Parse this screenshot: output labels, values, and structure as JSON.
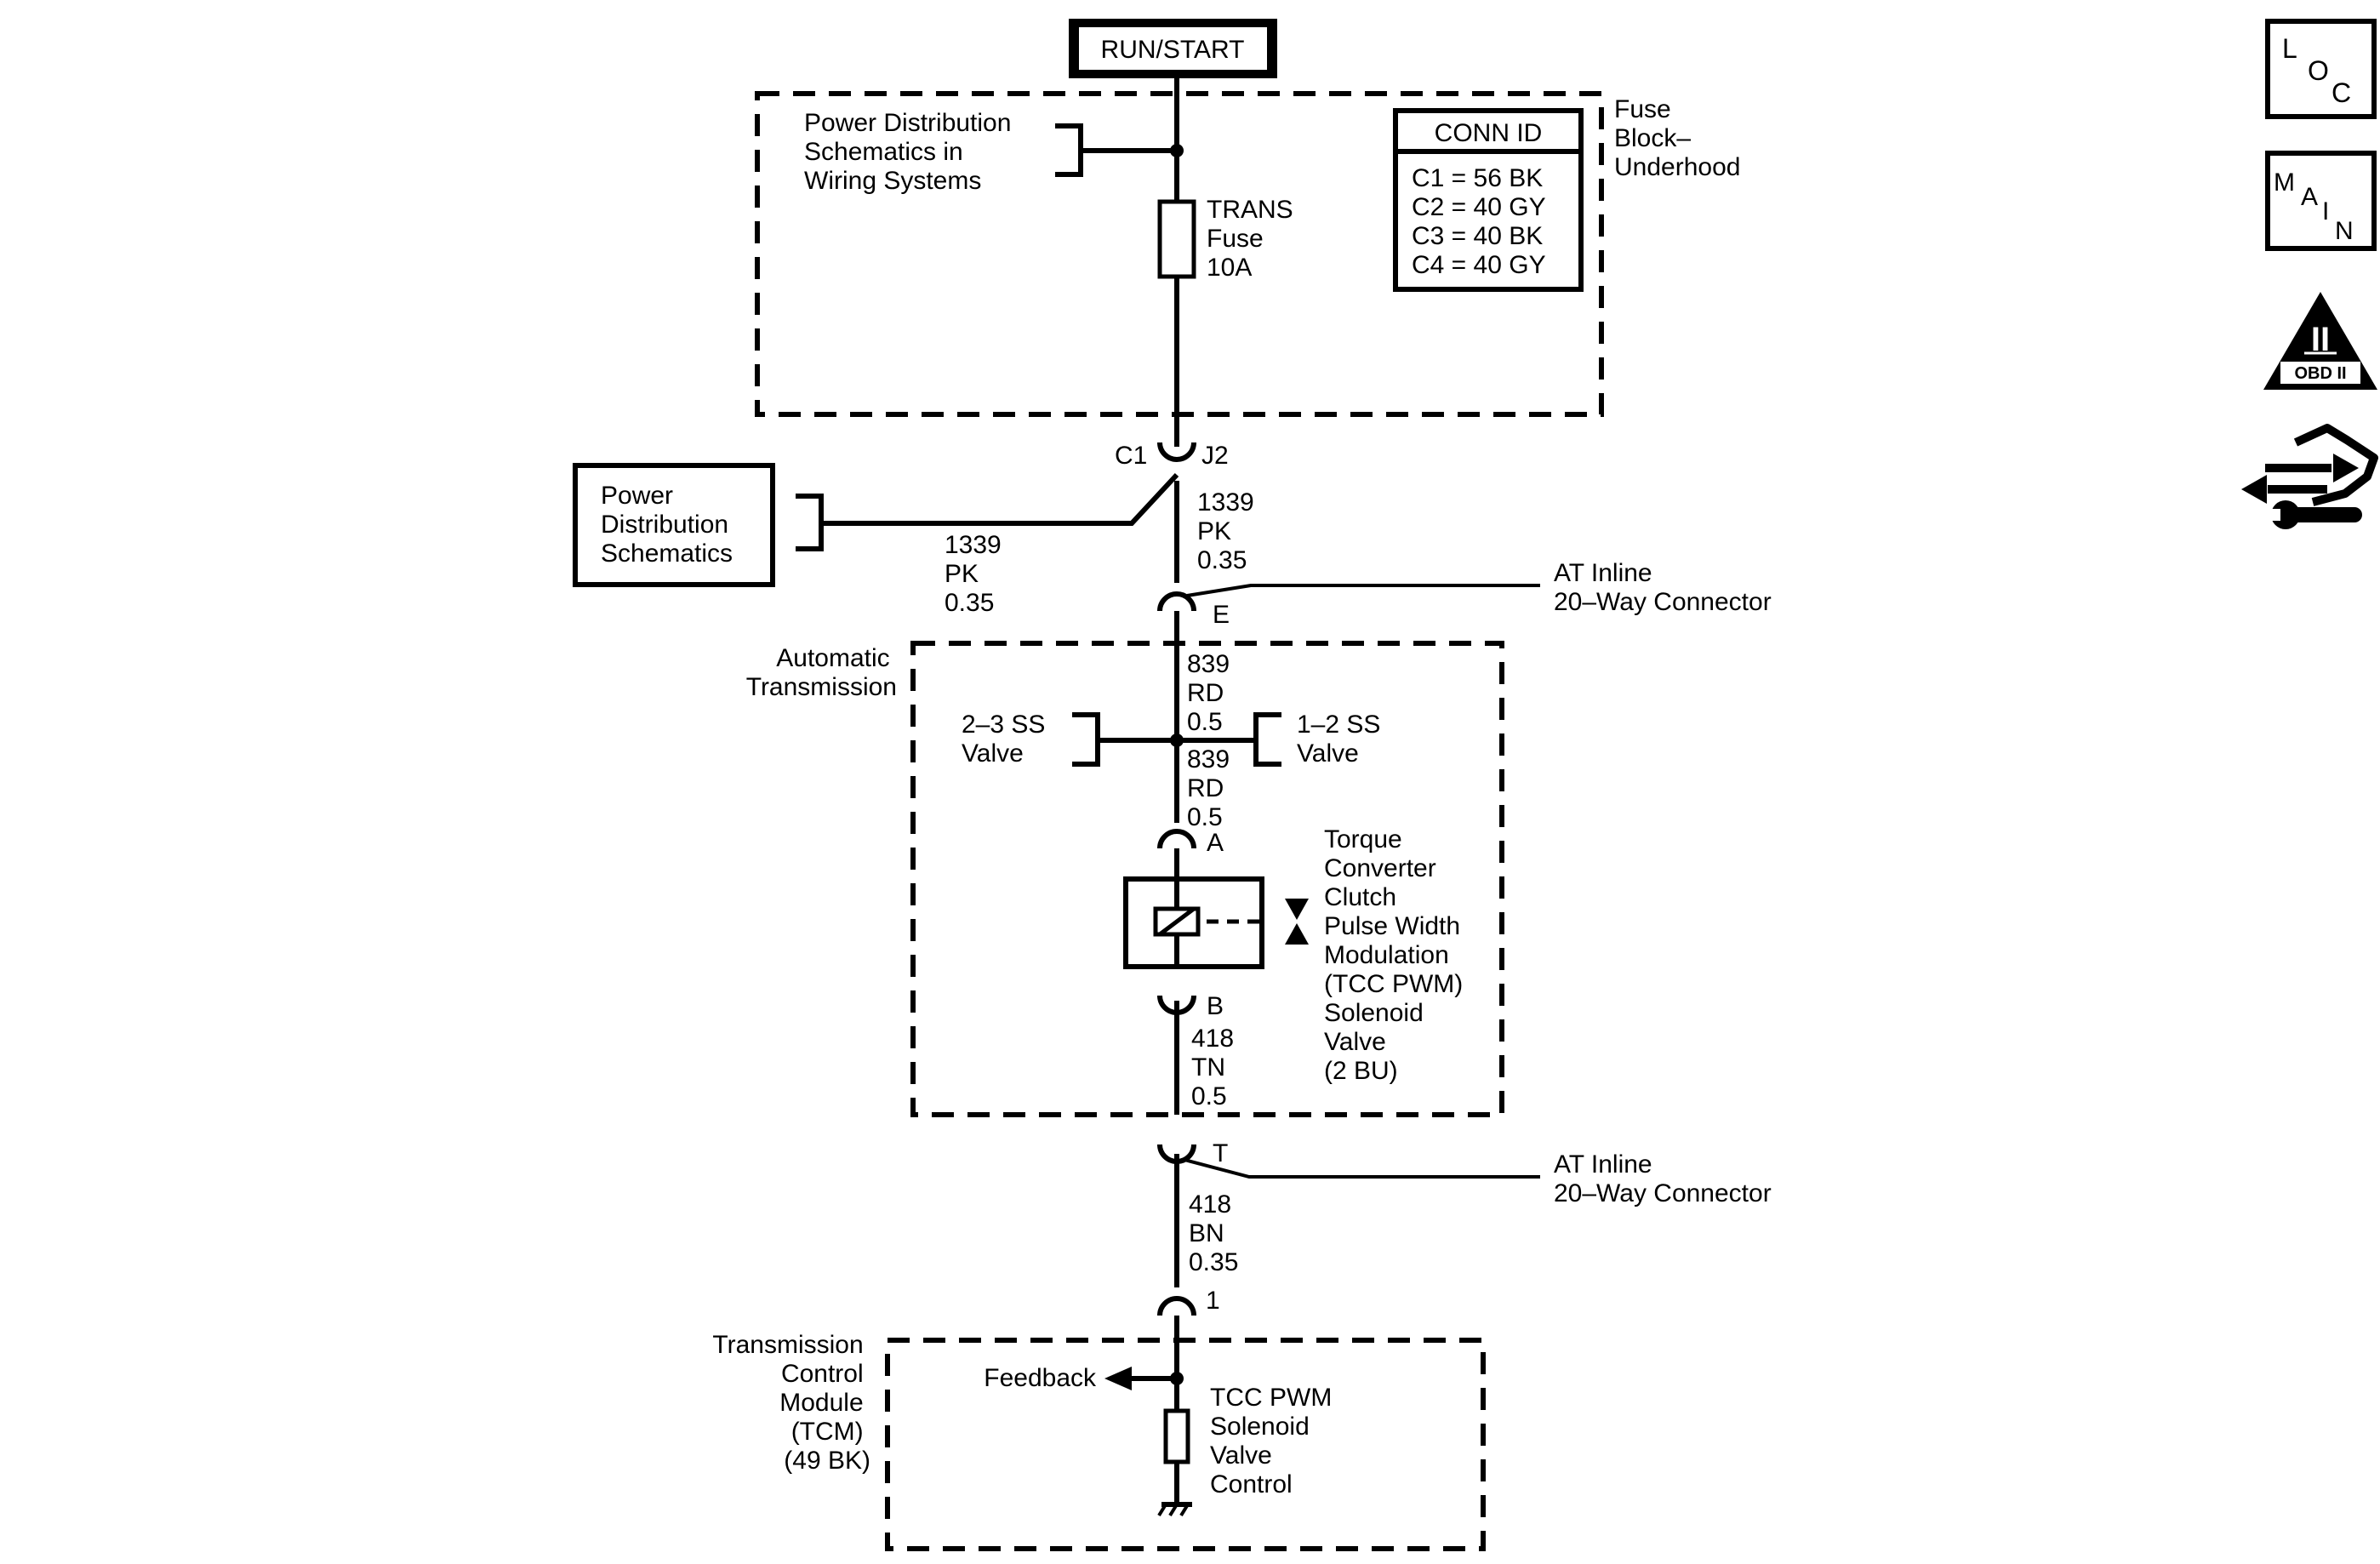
{
  "top_supply": "RUN/START",
  "fuse_block": {
    "name_lines": [
      "Fuse",
      "Block–",
      "Underhood"
    ],
    "pd_ref_lines": [
      "Power Distribution",
      "Schematics in",
      "Wiring Systems"
    ],
    "fuse_lines": [
      "TRANS",
      "Fuse",
      "10A"
    ],
    "conn_id": {
      "title": "CONN ID",
      "rows": [
        "C1 = 56 BK",
        "C2 = 40 GY",
        "C3 = 40 BK",
        "C4 = 40 GY"
      ]
    }
  },
  "junction": {
    "left_label": "C1",
    "right_label": "J2"
  },
  "pd_box_lines": [
    "Power",
    "Distribution",
    "Schematics"
  ],
  "wire_1339_branch": [
    "1339",
    "PK",
    "0.35"
  ],
  "wire_1339_main": [
    "1339",
    "PK",
    "0.35"
  ],
  "inline_connector_top": {
    "lines": [
      "AT Inline",
      "20–Way Connector"
    ],
    "pin": "E"
  },
  "automatic_transmission": {
    "name_lines": [
      "Automatic",
      "Transmission"
    ],
    "wire_839_upper": [
      "839",
      "RD",
      "0.5"
    ],
    "wire_839_lower": [
      "839",
      "RD",
      "0.5"
    ],
    "valve_left": [
      "2–3 SS",
      "Valve"
    ],
    "valve_right": [
      "1–2 SS",
      "Valve"
    ],
    "solenoid_pin_top": "A",
    "solenoid_pin_bottom": "B",
    "solenoid_lines": [
      "Torque",
      "Converter",
      "Clutch",
      "Pulse Width",
      "Modulation",
      "(TCC PWM)",
      "Solenoid",
      "Valve",
      "(2 BU)"
    ],
    "wire_418_tn": [
      "418",
      "TN",
      "0.5"
    ]
  },
  "inline_connector_bottom": {
    "lines": [
      "AT Inline",
      "20–Way Connector"
    ],
    "pin": "T"
  },
  "wire_418_bn": [
    "418",
    "BN",
    "0.35"
  ],
  "tcm": {
    "pin": "1",
    "name_lines": [
      "Transmission",
      "Control",
      "Module",
      "(TCM)",
      "(49 BK)"
    ],
    "feedback": "Feedback",
    "control_lines": [
      "TCC PWM",
      "Solenoid",
      "Valve",
      "Control"
    ]
  },
  "side_icons": {
    "loc": [
      "L",
      "O",
      "C"
    ],
    "main": [
      "M",
      "A",
      "I",
      "N"
    ],
    "obd_numeral": "II",
    "obd_label": "OBD II",
    "tool_icon": "wrench-arrows-icon"
  }
}
